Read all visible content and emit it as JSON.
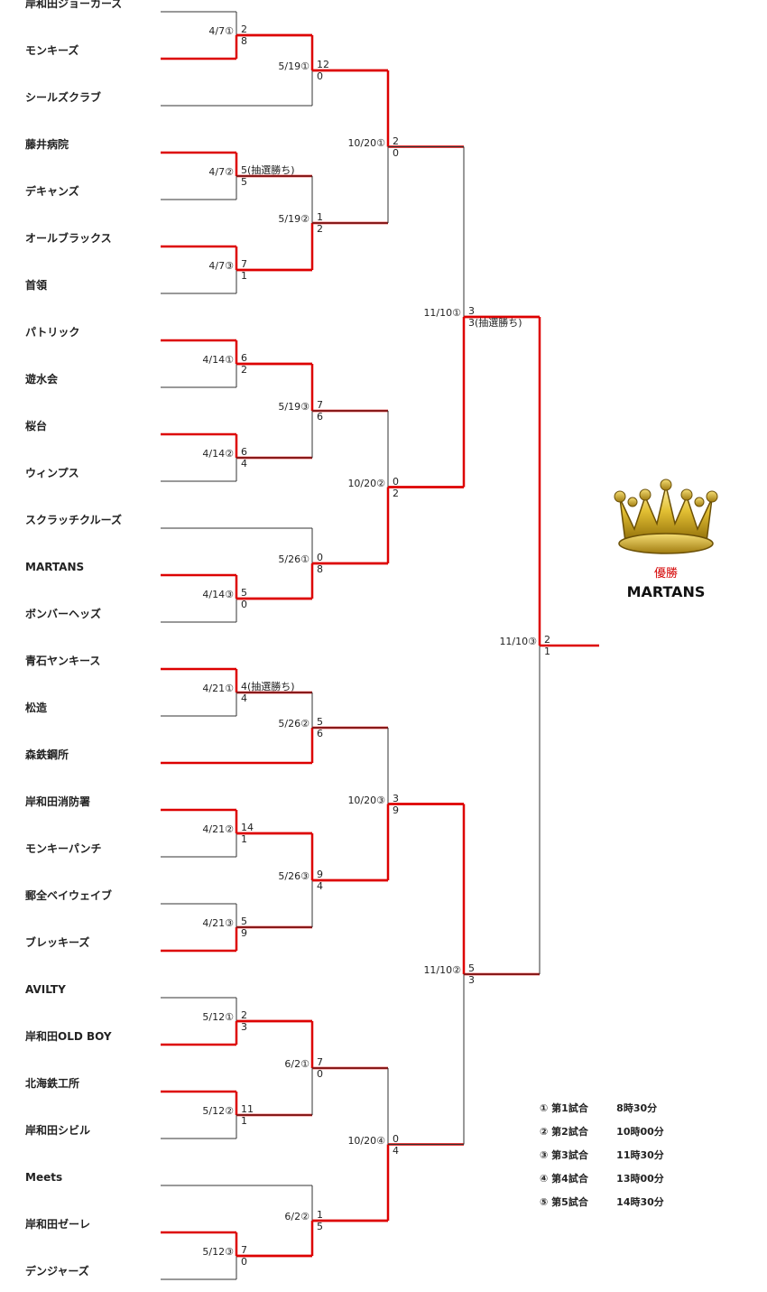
{
  "teams": [
    "岸和田ジョーカーズ",
    "モンキーズ",
    "シールズクラブ",
    "藤井病院",
    "デキャンズ",
    "オールブラックス",
    "首領",
    "パトリック",
    "遊水会",
    "桜台",
    "ウィンプス",
    "スクラッチクルーズ",
    "MARTANS",
    "ボンバーヘッズ",
    "青石ヤンキース",
    "松造",
    "森鉄鋼所",
    "岸和田消防署",
    "モンキーパンチ",
    "郵全ベイウェイブ",
    "ブレッキーズ",
    "AVILTY",
    "岸和田OLD BOY",
    "北海鉄工所",
    "岸和田シビル",
    "Meets",
    "岸和田ゼーレ",
    "デンジャーズ"
  ],
  "matches": [
    {
      "round": 1,
      "date": "4/7①",
      "score_a": "2",
      "score_b": "8"
    },
    {
      "round": 1,
      "date": "4/7②",
      "score_a": "5(抽選勝ち)",
      "score_b": "5"
    },
    {
      "round": 1,
      "date": "4/7③",
      "score_a": "7",
      "score_b": "1"
    },
    {
      "round": 1,
      "date": "4/14①",
      "score_a": "6",
      "score_b": "2"
    },
    {
      "round": 1,
      "date": "4/14②",
      "score_a": "6",
      "score_b": "4"
    },
    {
      "round": 1,
      "date": "4/14③",
      "score_a": "5",
      "score_b": "0"
    },
    {
      "round": 1,
      "date": "4/21①",
      "score_a": "4(抽選勝ち)",
      "score_b": "4"
    },
    {
      "round": 1,
      "date": "4/21②",
      "score_a": "14",
      "score_b": "1"
    },
    {
      "round": 1,
      "date": "4/21③",
      "score_a": "5",
      "score_b": "9"
    },
    {
      "round": 1,
      "date": "5/12①",
      "score_a": "2",
      "score_b": "3"
    },
    {
      "round": 1,
      "date": "5/12②",
      "score_a": "11",
      "score_b": "1"
    },
    {
      "round": 1,
      "date": "5/12③",
      "score_a": "7",
      "score_b": "0"
    },
    {
      "round": 2,
      "date": "5/19①",
      "score_a": "12",
      "score_b": "0"
    },
    {
      "round": 2,
      "date": "5/19②",
      "score_a": "1",
      "score_b": "2"
    },
    {
      "round": 2,
      "date": "5/19③",
      "score_a": "7",
      "score_b": "6"
    },
    {
      "round": 2,
      "date": "5/26①",
      "score_a": "0",
      "score_b": "8"
    },
    {
      "round": 2,
      "date": "5/26②",
      "score_a": "5",
      "score_b": "6"
    },
    {
      "round": 2,
      "date": "5/26③",
      "score_a": "9",
      "score_b": "4"
    },
    {
      "round": 2,
      "date": "6/2①",
      "score_a": "7",
      "score_b": "0"
    },
    {
      "round": 2,
      "date": "6/2②",
      "score_a": "1",
      "score_b": "5"
    },
    {
      "round": 3,
      "date": "10/20①",
      "score_a": "2",
      "score_b": "0"
    },
    {
      "round": 3,
      "date": "10/20②",
      "score_a": "0",
      "score_b": "2"
    },
    {
      "round": 3,
      "date": "10/20③",
      "score_a": "3",
      "score_b": "9"
    },
    {
      "round": 3,
      "date": "10/20④",
      "score_a": "0",
      "score_b": "4"
    },
    {
      "round": 4,
      "date": "11/10①",
      "score_a": "3",
      "score_b": "3(抽選勝ち)"
    },
    {
      "round": 4,
      "date": "11/10②",
      "score_a": "5",
      "score_b": "3"
    },
    {
      "round": 5,
      "date": "11/10③",
      "score_a": "2",
      "score_b": "1"
    }
  ],
  "champion": {
    "label": "優勝",
    "team": "MARTANS"
  },
  "legend": [
    {
      "mark": "①",
      "name": "第1試合",
      "time": "8時30分"
    },
    {
      "mark": "②",
      "name": "第2試合",
      "time": "10時00分"
    },
    {
      "mark": "③",
      "name": "第3試合",
      "time": "11時30分"
    },
    {
      "mark": "④",
      "name": "第4試合",
      "time": "13時00分"
    },
    {
      "mark": "⑤",
      "name": "第5試合",
      "time": "14時30分"
    }
  ],
  "colors": {
    "winner_line": "#dd0000",
    "loser_line": "#333333",
    "crown_gold": "#d9b52a",
    "champion_label": "#d40000"
  }
}
